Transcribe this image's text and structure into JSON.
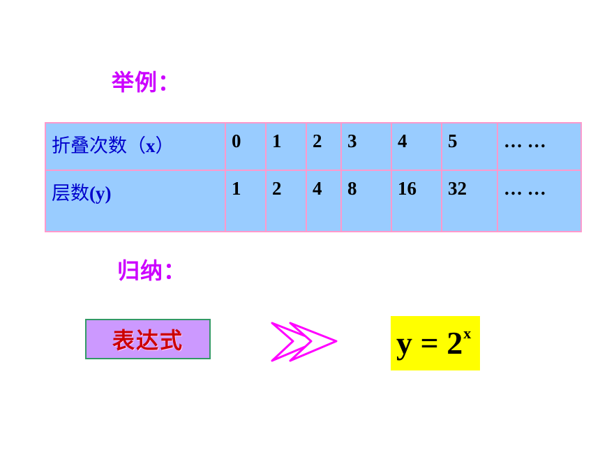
{
  "headings": {
    "example": "举例：",
    "summary": "归纳："
  },
  "table": {
    "rows": [
      {
        "label_cn": "折叠次数（",
        "label_var": "x",
        "label_close": "）",
        "cells": [
          "0",
          "1",
          "2",
          "3",
          "4",
          "5",
          "… …"
        ]
      },
      {
        "label_cn": "层数",
        "label_var": "(y)",
        "label_close": "",
        "cells": [
          "1",
          "2",
          "4",
          "8",
          "16",
          "32",
          "… …"
        ]
      }
    ]
  },
  "expression_label": "表达式",
  "formula": {
    "lhs": "y",
    "equals": "=",
    "base": "2",
    "exponent": "x"
  },
  "colors": {
    "heading": "#cc00ff",
    "table_fill": "#99ccff",
    "table_border": "#ff99cc",
    "label_text": "#0000cc",
    "expr_fill": "#cc99ff",
    "expr_text": "#cc0000",
    "arrow_stroke": "#ff00ff",
    "formula_fill": "#ffff00"
  },
  "icons": {
    "arrow": "double-chevron-arrow-icon"
  }
}
